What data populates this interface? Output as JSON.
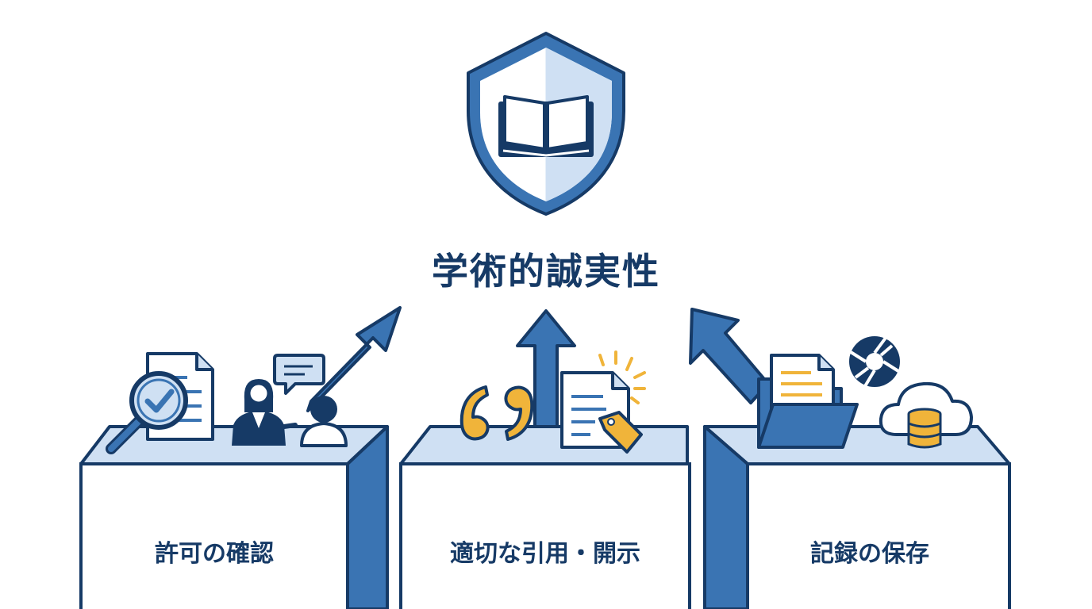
{
  "diagram": {
    "title": "学術的誠実性",
    "pillars": [
      {
        "label": "許可の確認"
      },
      {
        "label": "適切な引用・開示"
      },
      {
        "label": "記録の保存"
      }
    ]
  },
  "colors": {
    "navy": "#163a66",
    "blue": "#3a74b3",
    "light_blue": "#cfe0f3",
    "gold": "#f0b43a",
    "white": "#ffffff"
  },
  "icons": {
    "top": "shield-book-icon",
    "pillar_1": [
      "document-icon",
      "magnifier-check-icon",
      "speech-bubble-icon",
      "person-icon"
    ],
    "pillar_2": [
      "quote-marks-icon",
      "document-tag-icon",
      "sparkle-icon"
    ],
    "pillar_3": [
      "folder-document-icon",
      "aperture-icon",
      "cloud-database-icon"
    ]
  }
}
